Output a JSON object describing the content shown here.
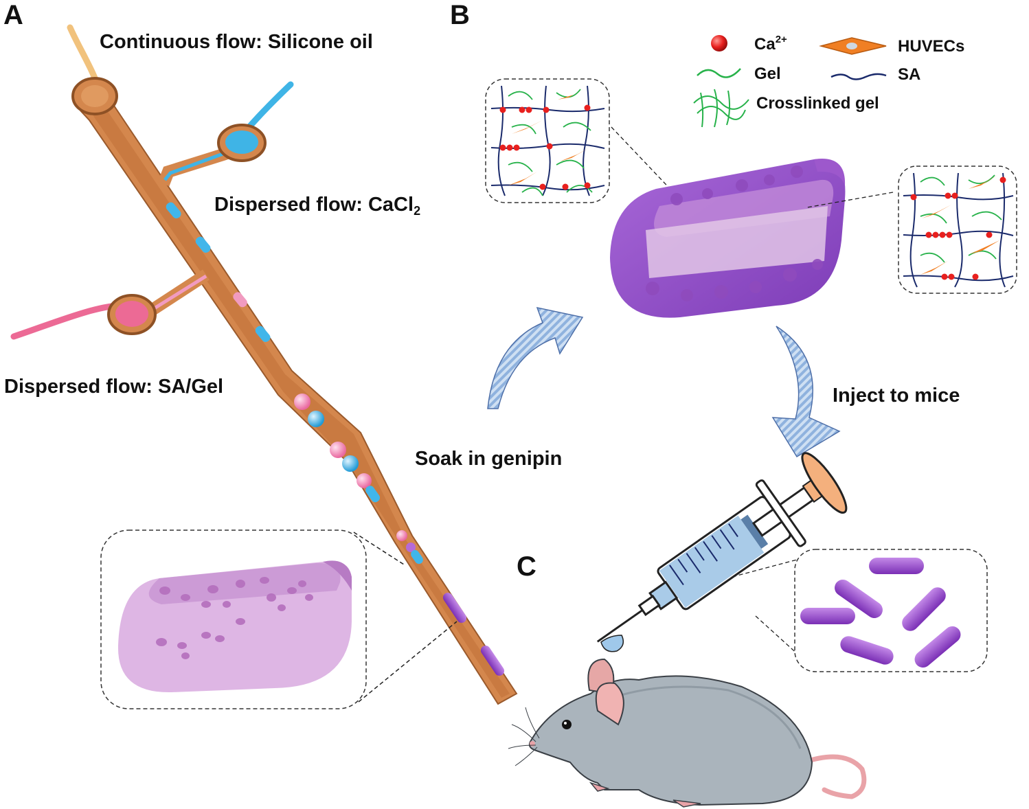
{
  "panels": {
    "a": "A",
    "b": "B",
    "c": "C"
  },
  "flows": {
    "continuous": "Continuous flow: Silicone oil",
    "cacl2_prefix": "Dispersed flow: CaCl",
    "cacl2_subscript": "2",
    "sa_gel": "Dispersed flow: SA/Gel"
  },
  "legend": {
    "ca_base": "Ca",
    "ca_superscript": "2+",
    "huvecs": "HUVECs",
    "gel": "Gel",
    "sa": "SA",
    "crosslinked_gel": "Crosslinked gel"
  },
  "steps": {
    "soak": "Soak in genipin",
    "inject": "Inject to mice"
  },
  "colors": {
    "chip_copper": "#d4874d",
    "tube_yellow": "#f1c27d",
    "tube_blue": "#3fb4e6",
    "tube_pink": "#ec6a95",
    "droplet_pink": "#f19bc0",
    "droplet_blue": "#41b6ea",
    "fiber_purple": "#9b4fd0",
    "fiber_light": "#d8a9df",
    "arrow_blue": "#a8c4e6",
    "gel_green": "#27b24a",
    "sa_navy": "#1a2a6b",
    "ca_red": "#e8201e",
    "cell_orange": "#f07f24",
    "mouse_gray": "#aab4bc",
    "syringe_fluid": "#a9cbe8",
    "plunger_peach": "#f4b07d"
  }
}
